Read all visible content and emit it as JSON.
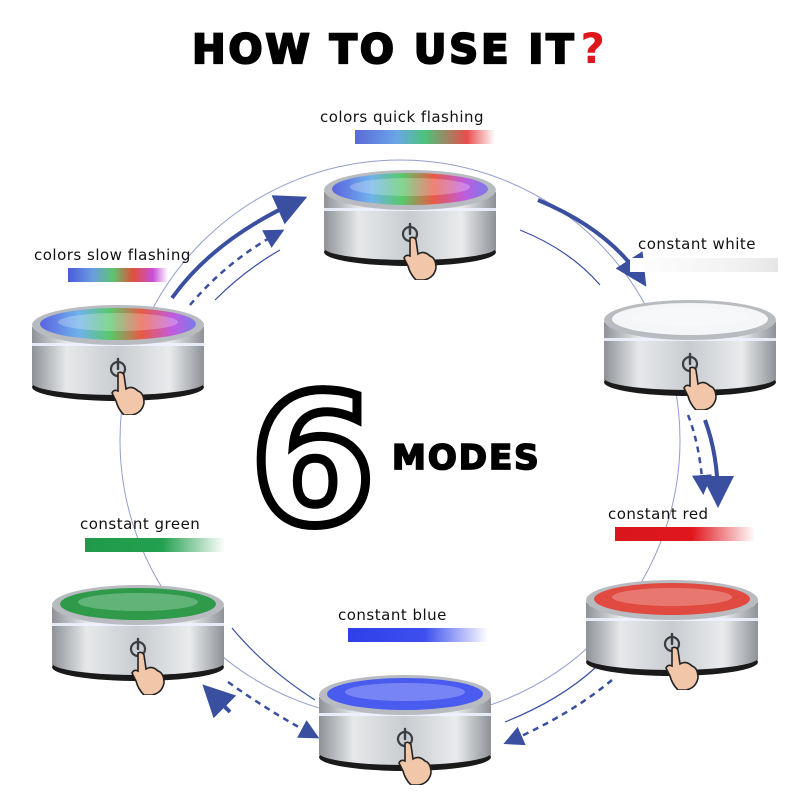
{
  "title": "HOW TO USE IT",
  "title_mark": "?",
  "count": "6",
  "count_label": "MODES",
  "colors": {
    "accent_blue": "#3a4fa0",
    "red": "#e0161d"
  },
  "modes": [
    {
      "label": "colors quick flashing",
      "light": "rainbow"
    },
    {
      "label": "constant white",
      "light": "#f4f6f8"
    },
    {
      "label": "constant red",
      "light": "#e04a40"
    },
    {
      "label": "constant blue",
      "light": "#4a5cf0"
    },
    {
      "label": "constant green",
      "light": "#2e9a4a"
    },
    {
      "label": "colors slow flashing",
      "light": "rainbow"
    }
  ],
  "icons": [
    "power-icon",
    "pointing-hand-icon",
    "question-mark-icon",
    "arrow-icon"
  ]
}
